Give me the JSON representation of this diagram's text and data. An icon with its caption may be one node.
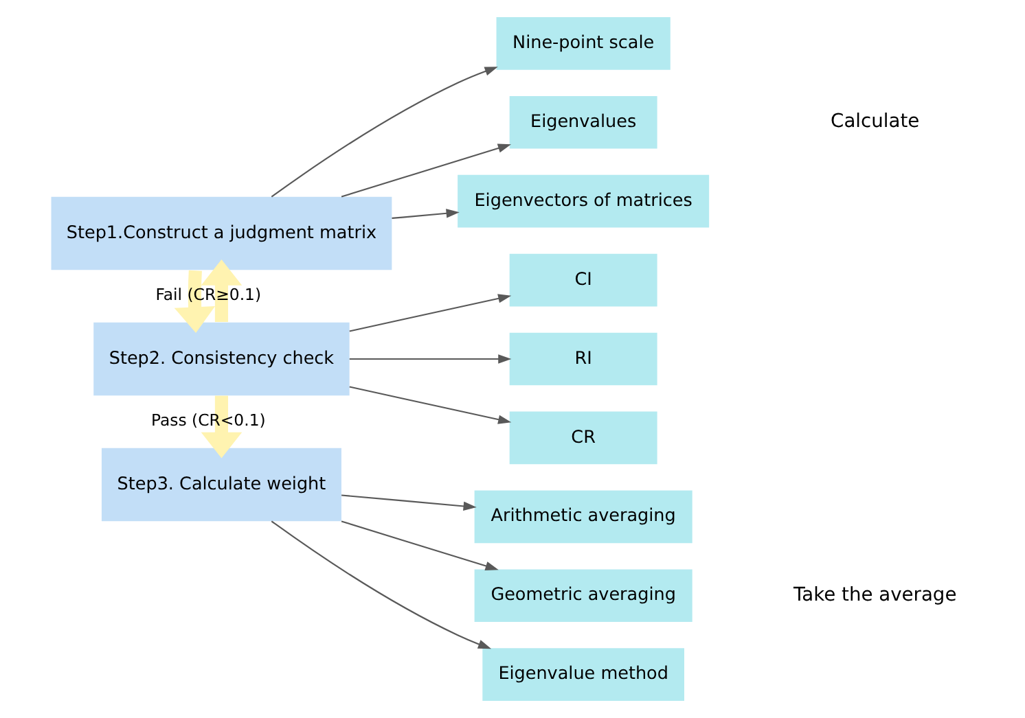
{
  "diagram": {
    "nodes": [
      {
        "text": [
          "Step1.Construct a judgment matrix"
        ]
      },
      {
        "text": [
          "Nine-point scale"
        ]
      },
      {
        "text": [
          "Eigenvalues"
        ]
      },
      {
        "text": [
          "Eigenvectors of matrices"
        ]
      },
      {
        "text": [
          "Step2. Consistency check"
        ]
      },
      {
        "text": [
          "CI"
        ]
      },
      {
        "text": [
          "RI"
        ]
      },
      {
        "text": [
          "CR"
        ]
      },
      {
        "text": [
          "Step3. Calculate weight"
        ]
      },
      {
        "text": [
          "Arithmetic averaging"
        ]
      },
      {
        "text": [
          "Geometric averaging"
        ]
      },
      {
        "text": [
          "Eigenvalue method"
        ]
      }
    ],
    "edges": [
      {
        "from": 0,
        "to": 1,
        "arrow": "to"
      },
      {
        "from": 0,
        "to": 2,
        "arrow": "to"
      },
      {
        "from": 0,
        "to": 3,
        "arrow": "to"
      },
      {
        "from": 0,
        "to": 4,
        "arrow": "to",
        "style": "thick",
        "color": "#fff3b0"
      },
      {
        "from": 4,
        "to": 0,
        "arrow": "to",
        "label": "Fail (CR≥0.1)",
        "style": "thick",
        "color": "#fff3b0"
      },
      {
        "from": 4,
        "to": 5,
        "arrow": "to"
      },
      {
        "from": 4,
        "to": 6,
        "arrow": "to"
      },
      {
        "from": 4,
        "to": 7,
        "arrow": "to"
      },
      {
        "from": 4,
        "to": 8,
        "arrow": "to",
        "label": "Pass (CR<0.1)",
        "style": "thick",
        "color": "#fff3b0"
      },
      {
        "from": 8,
        "to": 9,
        "arrow": "to"
      },
      {
        "from": 8,
        "to": 10,
        "arrow": "to"
      },
      {
        "from": 8,
        "to": 11,
        "arrow": "to"
      }
    ],
    "labels": [
      "Calculate",
      "Take the average"
    ]
  }
}
